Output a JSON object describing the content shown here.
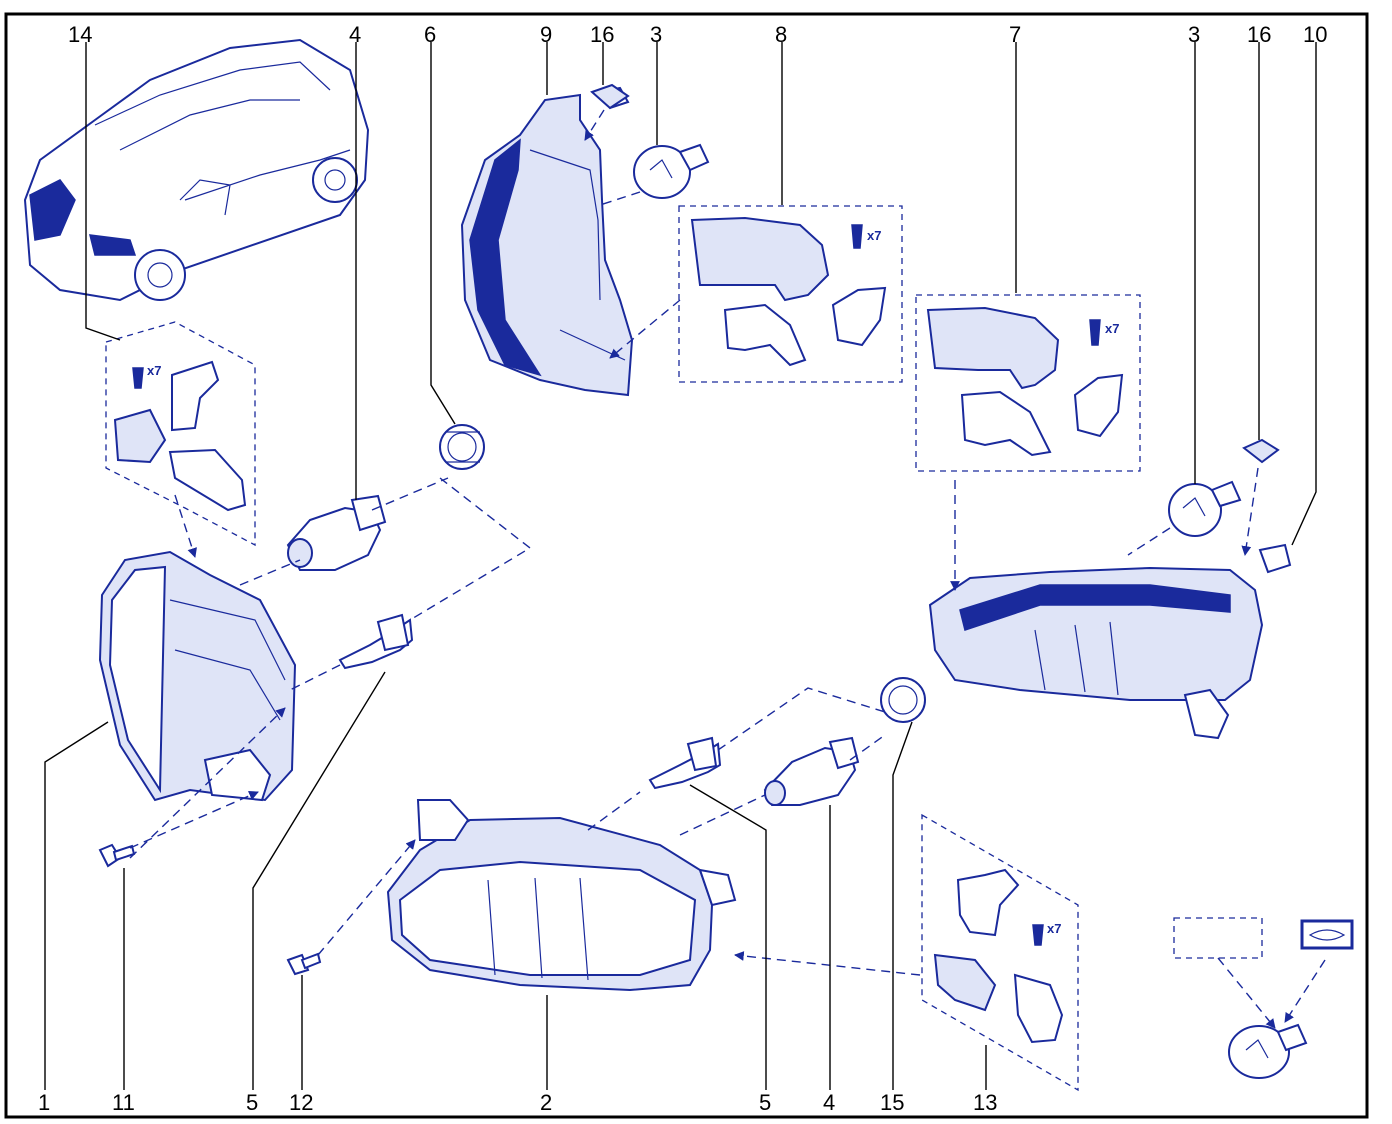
{
  "callouts": {
    "c14": "14",
    "c4_top": "4",
    "c6": "6",
    "c9": "9",
    "c16_top": "16",
    "c3_top": "3",
    "c8": "8",
    "c7": "7",
    "c3_right": "3",
    "c16_right": "16",
    "c10": "10",
    "c1": "1",
    "c11": "11",
    "c5_left": "5",
    "c12": "12",
    "c2": "2",
    "c5_mid": "5",
    "c4_bottom": "4",
    "c15": "15",
    "c13": "13"
  },
  "quantities": {
    "kit14": "x7",
    "kit8": "x7",
    "kit7": "x7",
    "kit13": "x7"
  },
  "colors": {
    "line": "#1a2a9c",
    "text": "#000000",
    "frame": "#000000"
  }
}
